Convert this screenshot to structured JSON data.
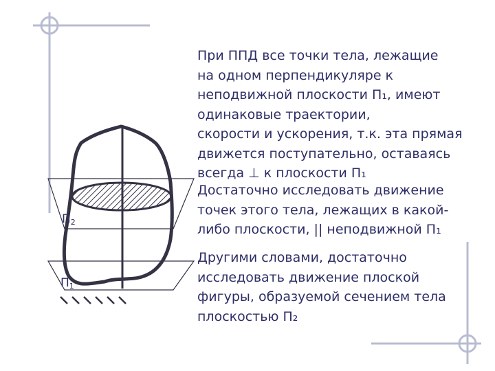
{
  "text": {
    "paragraph1": "   При ППД все точки тела, лежащие\nна одном перпендикуляре к\nнеподвижной плоскости П₁, имеют\nодинаковые траектории,\nскорости и ускорения, т.к. эта прямая\nдвижется поступательно, оставаясь\nвсегда ⊥ к плоскости П₁",
    "paragraph2": "   Достаточно исследовать движение\nточек этого тела, лежащих в какой-\nлибо плоскости, || неподвижной П₁",
    "paragraph3": "   Другими словами, достаточно\nисследовать движение плоской\nфигуры, образуемой сечением тела\nплоскостью П₂"
  },
  "figure": {
    "plane_upper_label": "П",
    "plane_upper_index": "2",
    "plane_lower_label": "П",
    "plane_lower_index": "1"
  },
  "colors": {
    "text": "#2e2e66",
    "frame": "#b8bcd2",
    "drawing": "#333344"
  }
}
